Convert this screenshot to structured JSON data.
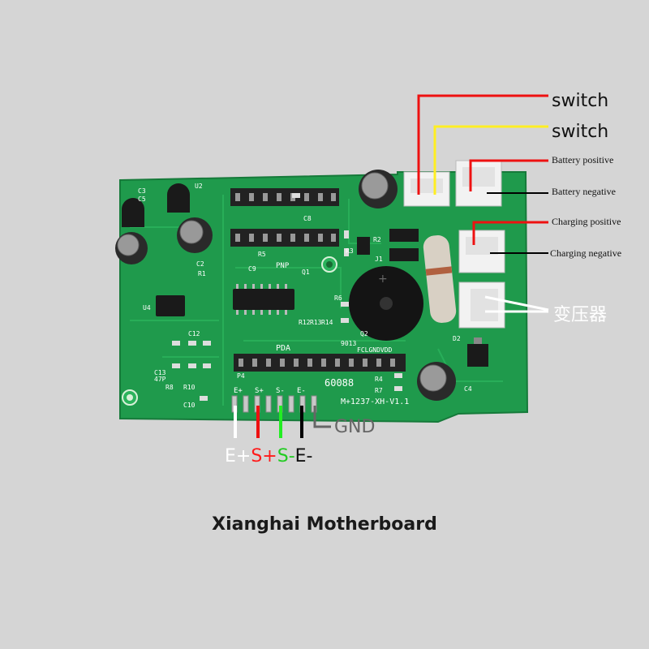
{
  "wire_labels": {
    "switch_1": "switch",
    "switch_2": "switch",
    "battery_positive": "Battery positive",
    "battery_negative": "Battery negative",
    "charging_positive": "Charging positive",
    "charging_negative": "Charging negative",
    "transformer": "变压器",
    "gnd": "GND"
  },
  "pin_labels": [
    {
      "text": "E+",
      "color": "#ffffff"
    },
    {
      "text": "S+",
      "color": "#ff1a1a"
    },
    {
      "text": "S-",
      "color": "#22cc22"
    },
    {
      "text": "E-",
      "color": "#111111"
    }
  ],
  "board_text": {
    "model": "60088",
    "version": "M+1237-XH-V1.1",
    "pins_silk": [
      "E+",
      "S+",
      "S-",
      "E-"
    ],
    "pda": "PDA",
    "pnp": "PNP",
    "bus": "FCLGNDVDD",
    "refs": [
      "U2",
      "U4",
      "C2",
      "C3",
      "C5",
      "C8",
      "C9",
      "C10",
      "C12",
      "C13",
      "47P",
      "R1",
      "R2",
      "R3",
      "R4",
      "R5",
      "R6",
      "R7",
      "R8",
      "R10",
      "R12",
      "R13",
      "R14",
      "D2",
      "C4",
      "Q1",
      "Q2",
      "9013",
      "J1",
      "P4"
    ]
  },
  "caption": "Xianghai Motherboard",
  "colors": {
    "background": "#d5d5d5",
    "pcb": "#1f9a4c",
    "wire_red": "#ee1111",
    "wire_yellow": "#ffee22",
    "wire_black": "#000000",
    "wire_white": "#ffffff",
    "wire_green": "#22ee22"
  }
}
